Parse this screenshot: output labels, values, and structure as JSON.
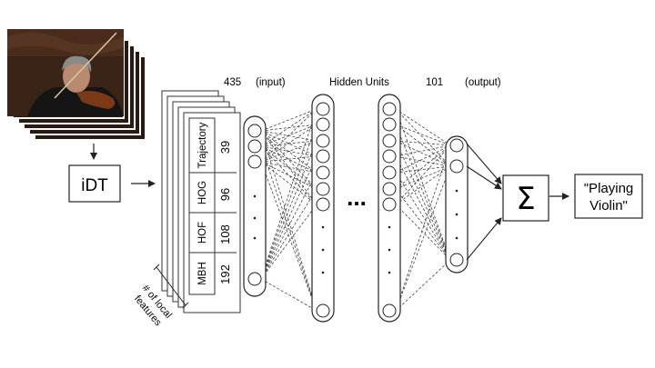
{
  "labels": {
    "input_count": "435",
    "input_text": "(input)",
    "hidden_text": "Hidden Units",
    "output_count": "101",
    "output_text": "(output)",
    "idt": "iDT",
    "sum": "Σ",
    "result_line1": "\"Playing",
    "result_line2": "Violin\"",
    "ellipsis": "...",
    "local_features_line1": "# of local",
    "local_features_line2": "features"
  },
  "features": [
    {
      "name": "Trajectory",
      "dim": "39"
    },
    {
      "name": "HOG",
      "dim": "96"
    },
    {
      "name": "HOF",
      "dim": "108"
    },
    {
      "name": "MBH",
      "dim": "192"
    }
  ],
  "colors": {
    "stroke": "#222222",
    "dashed": "#444444",
    "photo_bg": "#3a2418",
    "photo_face": "#b88a70",
    "photo_hair": "#8a8a88"
  },
  "icons": {
    "sum": "sigma-symbol",
    "arrows": "arrow-right"
  }
}
